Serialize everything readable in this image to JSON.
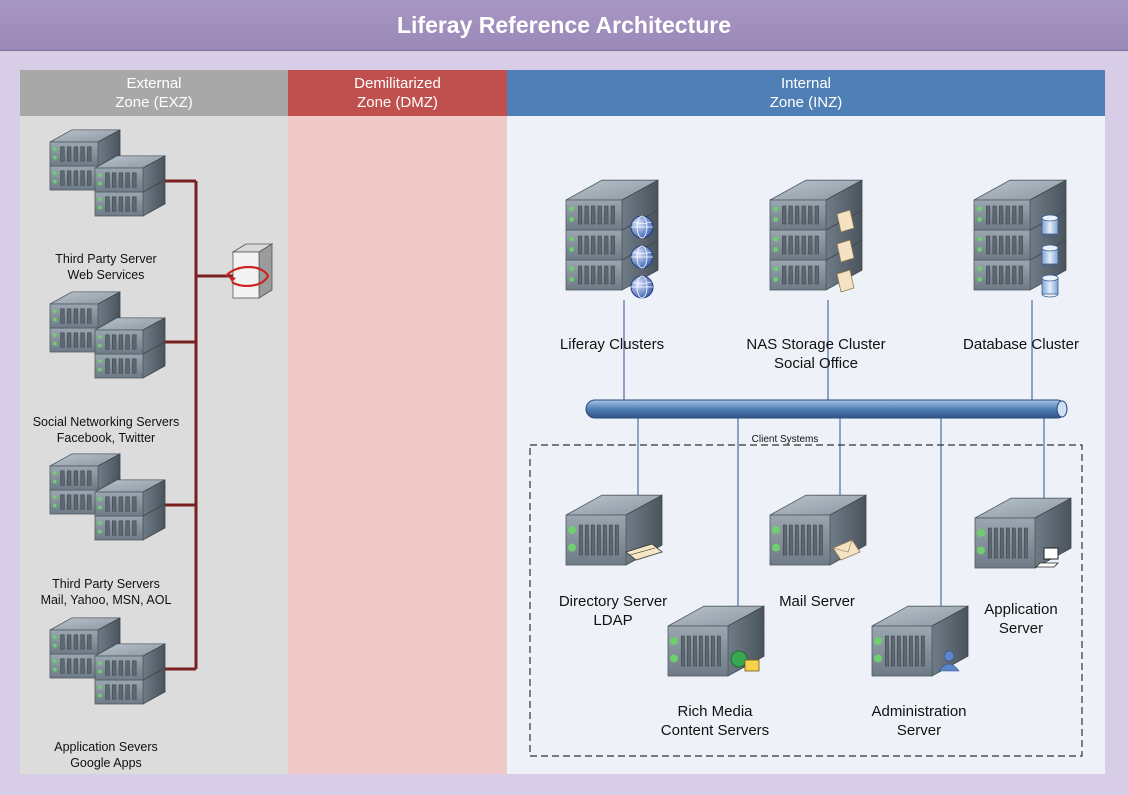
{
  "title": "Liferay Reference Architecture",
  "zones": {
    "external": {
      "line1": "External",
      "line2": "Zone (EXZ)",
      "color": "#a8a8a8",
      "body_color": "#dcdcdc"
    },
    "dmz": {
      "line1": "Demilitarized",
      "line2": "Zone (DMZ)",
      "color": "#c0504d",
      "body_color": "#f0c9c9"
    },
    "internal": {
      "line1": "Internal",
      "line2": "Zone (INZ)",
      "color": "#4f7fb5",
      "body_color": "#eef1f7"
    }
  },
  "external_servers": [
    {
      "line1": "Third Party Server",
      "line2": "Web Services"
    },
    {
      "line1": "Social Networking Servers",
      "line2": "Facebook, Twitter"
    },
    {
      "line1": "Third Party Servers",
      "line2": "Mail, Yahoo, MSN, AOL"
    },
    {
      "line1": "Application Severs",
      "line2": "Google Apps"
    }
  ],
  "clusters": [
    {
      "line1": "Liferay Clusters",
      "line2": "",
      "icon": "globe-icon"
    },
    {
      "line1": "NAS Storage Cluster",
      "line2": "Social Office",
      "icon": "document-icon"
    },
    {
      "line1": "Database Cluster",
      "line2": "",
      "icon": "database-icon"
    }
  ],
  "client_systems": {
    "label": "Client Systems",
    "servers": [
      {
        "line1": "Directory Server",
        "line2": "LDAP",
        "icon": "directory-icon"
      },
      {
        "line1": "Rich Media",
        "line2": "Content Servers",
        "icon": "media-icon"
      },
      {
        "line1": "Mail Server",
        "line2": "",
        "icon": "envelope-icon"
      },
      {
        "line1": "Administration",
        "line2": "Server",
        "icon": "user-icon"
      },
      {
        "line1": "Application",
        "line2": "Server",
        "icon": "computer-icon"
      }
    ]
  },
  "colors": {
    "connector_red": "#7a1f1f",
    "connector_blue": "#4a6fa5",
    "bus": "#4f7fb5"
  }
}
